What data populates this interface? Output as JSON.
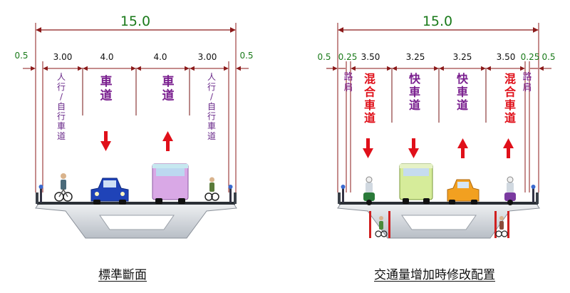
{
  "diagrams": [
    {
      "caption": "標準斷面",
      "total_width": "15.0",
      "segments": [
        {
          "width": "0.5",
          "text": "",
          "kind": "edge"
        },
        {
          "width": "3.00",
          "text": "人行/自行車道",
          "kind": "bike"
        },
        {
          "width": "4.0",
          "text": "車道",
          "kind": "lane",
          "direction": "down"
        },
        {
          "width": "4.0",
          "text": "車道",
          "kind": "lane",
          "direction": "up"
        },
        {
          "width": "3.00",
          "text": "人行/自行車道",
          "kind": "bike"
        },
        {
          "width": "0.5",
          "text": "",
          "kind": "edge"
        }
      ]
    },
    {
      "caption": "交通量增加時修改配置",
      "total_width": "15.0",
      "segments": [
        {
          "width": "0.5",
          "text": "",
          "kind": "edge"
        },
        {
          "width": "0.25",
          "text": "路肩",
          "kind": "shoulder"
        },
        {
          "width": "3.50",
          "text": "混合車道",
          "kind": "mixed",
          "direction": "down"
        },
        {
          "width": "3.25",
          "text": "快車道",
          "kind": "lane",
          "direction": "down"
        },
        {
          "width": "3.25",
          "text": "快車道",
          "kind": "lane",
          "direction": "up"
        },
        {
          "width": "3.50",
          "text": "混合車道",
          "kind": "mixed",
          "direction": "up"
        },
        {
          "width": "0.25",
          "text": "路肩",
          "kind": "shoulder"
        },
        {
          "width": "0.5",
          "text": "",
          "kind": "edge"
        }
      ]
    }
  ],
  "colors": {
    "dimension": "#8b1a1a",
    "total_label": "#1a7a1a",
    "segment_width_label": "#111111",
    "bike_text": "#6a2a8a",
    "lane_text": "#7a1f8f",
    "mixed_text": "#e0101a",
    "arrow": "#e0101a",
    "deck": "#cfd3d8",
    "deck_edge": "#8a9099",
    "divider": "#8b3a3a"
  },
  "icons": {
    "cyclist": "cyclist-icon",
    "motorcycle": "motorcycle-icon",
    "car": "car-icon",
    "truck": "truck-icon",
    "lamp": "lamp-post-icon",
    "arrow_up": "arrow-up-icon",
    "arrow_down": "arrow-down-icon"
  }
}
